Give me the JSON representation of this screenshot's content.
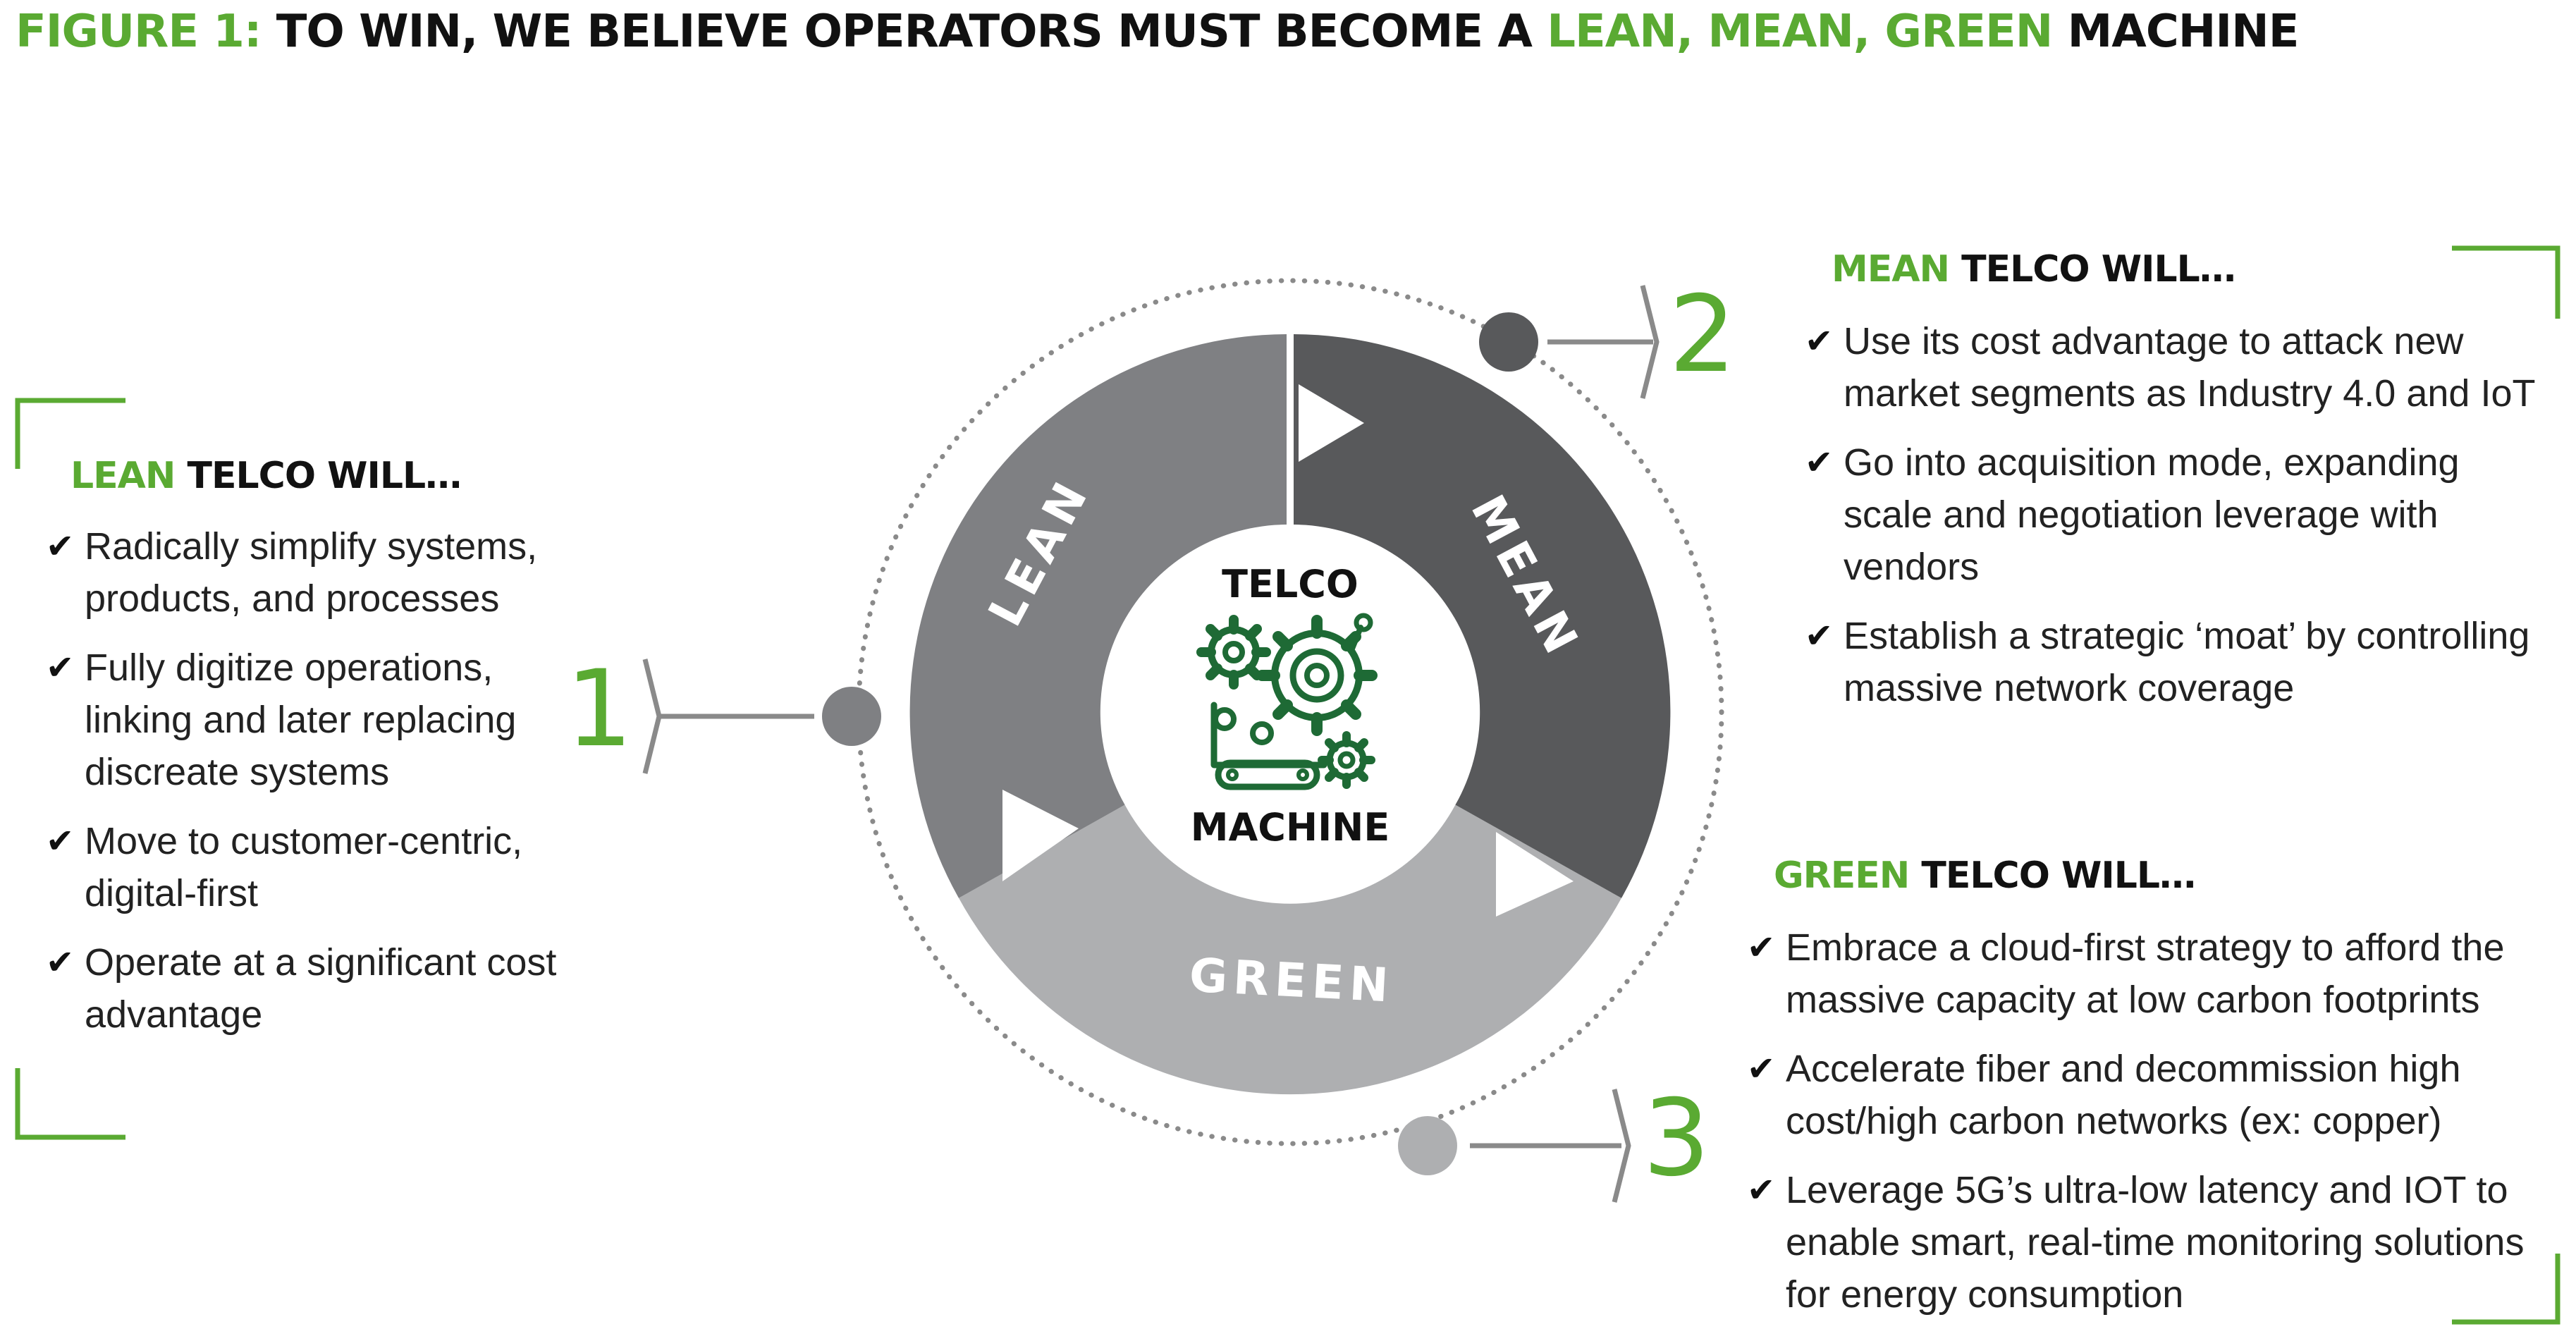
{
  "title": {
    "prefix": "FIGURE 1:",
    "main": "TO WIN, WE BELIEVE OPERATORS MUST BECOME A",
    "highlight": "LEAN, MEAN, GREEN",
    "suffix": "MACHINE"
  },
  "colors": {
    "accent_green": "#5aaa32",
    "dark_green": "#1e6a35",
    "lean_segment": "#7f8083",
    "mean_segment": "#58595b",
    "green_segment": "#aeafb1"
  },
  "center": {
    "line1": "TELCO",
    "line2": "MACHINE",
    "icon": "gears-icon"
  },
  "ring": {
    "lean_label": "LEAN",
    "mean_label": "MEAN",
    "green_label": "GREEN"
  },
  "sections": {
    "lean": {
      "number": "1",
      "heading_highlight": "LEAN",
      "heading_rest": "TELCO WILL…",
      "items": [
        "Radically simplify systems, products, and processes",
        "Fully digitize operations, linking and later replacing discreate systems",
        "Move to customer-centric, digital-first",
        "Operate at a significant cost advantage"
      ]
    },
    "mean": {
      "number": "2",
      "heading_highlight": "MEAN",
      "heading_rest": "TELCO WILL…",
      "items": [
        "Use its cost advantage to attack new market segments as Industry 4.0 and IoT",
        "Go into acquisition mode, expanding scale and negotiation leverage with vendors",
        "Establish a strategic ‘moat’ by controlling massive network coverage"
      ]
    },
    "green": {
      "number": "3",
      "heading_highlight": "GREEN",
      "heading_rest": "TELCO WILL…",
      "items": [
        "Embrace a cloud-first strategy to afford the massive capacity at low carbon footprints",
        "Accelerate fiber and decommission high cost/high carbon networks (ex: copper)",
        "Leverage 5G’s ultra-low latency and IOT to enable smart, real-time monitoring solutions for energy consumption"
      ]
    }
  }
}
